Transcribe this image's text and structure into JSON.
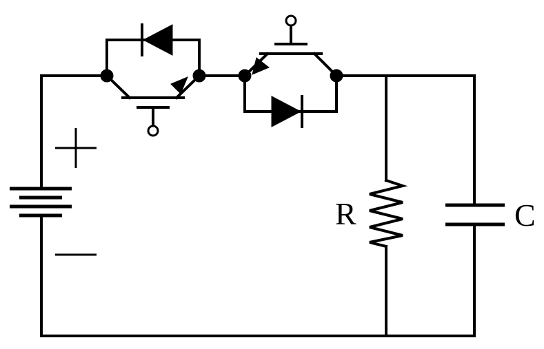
{
  "labels": {
    "resistor": "R",
    "capacitor": "C"
  },
  "components": {
    "battery": "battery-source",
    "switch_1": "igbt-with-antiparallel-diode",
    "switch_2": "igbt-with-antiparallel-diode",
    "load_resistor": "resistor",
    "load_capacitor": "capacitor"
  },
  "colors": {
    "stroke": "#000000",
    "background": "#ffffff"
  }
}
